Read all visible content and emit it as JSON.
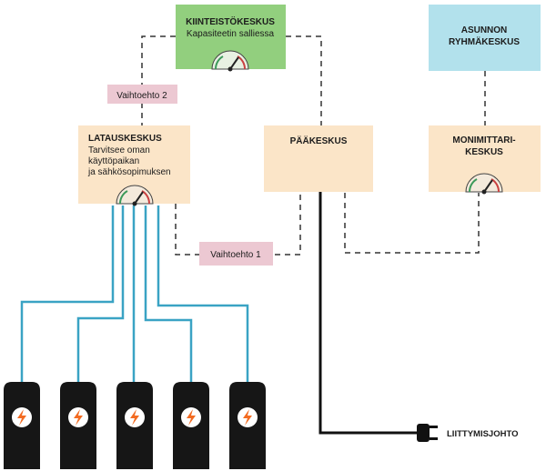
{
  "nodes": {
    "kiinteistokeskus": {
      "title": "KIINTEISTÖKESKUS",
      "subtitle": "Kapasiteetin salliessa"
    },
    "asunnon_ryhmakeskus": {
      "line1": "ASUNNON",
      "line2": "RYHMÄKESKUS"
    },
    "latauskeskus": {
      "title": "LATAUSKESKUS",
      "line1": "Tarvitsee oman",
      "line2": "käyttöpaikan",
      "line3": "ja sähkösopimuksen"
    },
    "paakeskus": {
      "title": "PÄÄKESKUS"
    },
    "monimittarikeskus": {
      "line1": "MONIMITTARI-",
      "line2": "KESKUS"
    }
  },
  "options": {
    "vaihtoehto_2": "Vaihtoehto 2",
    "vaihtoehto_1": "Vaihtoehto 1"
  },
  "cable": {
    "label": "LIITTYMISJOHTO"
  },
  "chargers": {
    "count": 5,
    "icon": "lightning-icon"
  },
  "colors": {
    "kiinteisto_fill": "#92cf7e",
    "ryhma_fill": "#b2e1ec",
    "keskus_fill": "#fbe5c8",
    "option_fill": "#ecc8d2",
    "charger_cable": "#3aa3c4",
    "charger_body": "#161616",
    "charger_bolt": "#f36b21",
    "main_cable": "#111111"
  }
}
